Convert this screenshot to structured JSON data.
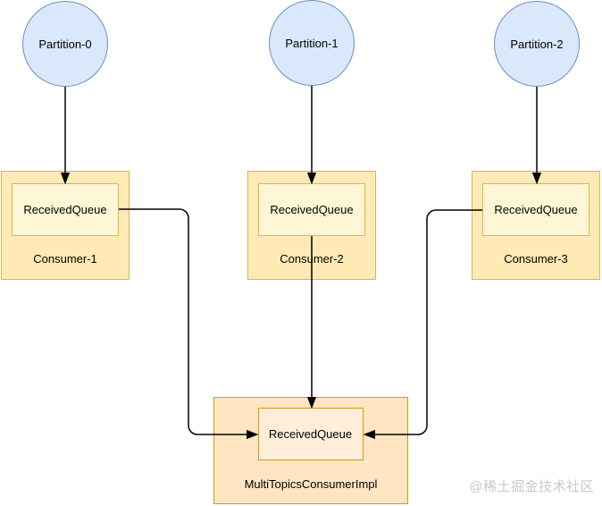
{
  "diagram": {
    "partitions": [
      {
        "label": "Partition-0"
      },
      {
        "label": "Partition-1"
      },
      {
        "label": "Partition-2"
      }
    ],
    "consumers": [
      {
        "label": "Consumer-1",
        "queue_label": "ReceivedQueue"
      },
      {
        "label": "Consumer-2",
        "queue_label": "ReceivedQueue"
      },
      {
        "label": "Consumer-3",
        "queue_label": "ReceivedQueue"
      }
    ],
    "multi_consumer": {
      "label": "MultiTopicsConsumerImpl",
      "queue_label": "ReceivedQueue"
    },
    "watermark": "@稀土掘金技术社区",
    "colors": {
      "partition_fill": "#dae8fc",
      "partition_border": "#6c8ebf",
      "consumer_fill": "#ffeab5",
      "consumer_border": "#d6b656",
      "consumer_queue_fill": "#fff6d6",
      "multi_fill": "#ffe5c2",
      "multi_border": "#d79b00",
      "multi_queue_fill": "#ffeeda",
      "arrow": "#000000",
      "watermark_text": "#c9c9c9"
    }
  }
}
